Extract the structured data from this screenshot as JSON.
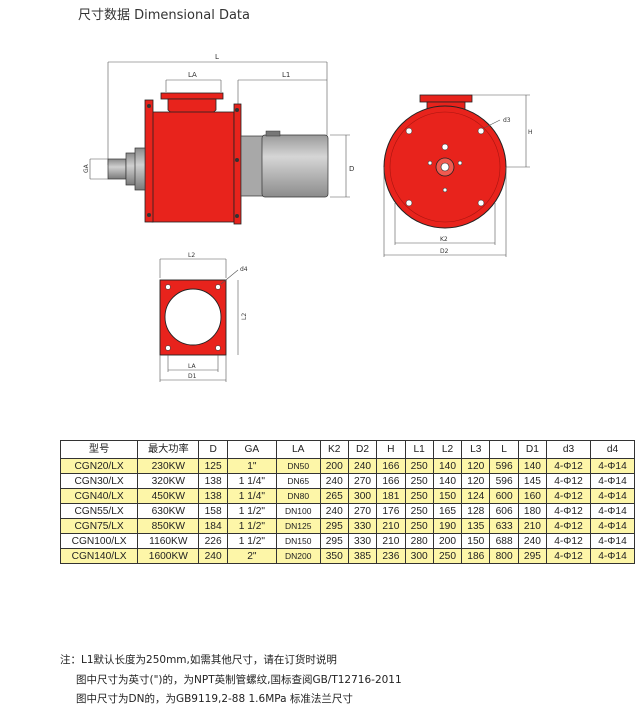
{
  "header": {
    "title": "尺寸数据 Dimensional Data"
  },
  "drawing_labels": {
    "L": "L",
    "L1": "L1",
    "LA": "LA",
    "D": "D",
    "H": "H",
    "d3": "d3",
    "K2": "K2",
    "D2": "D2",
    "L2": "L2",
    "d4": "d4",
    "LA2": "LA",
    "D1": "D1"
  },
  "table": {
    "headers": [
      "型号",
      "最大功率",
      "D",
      "GA",
      "LA",
      "K2",
      "D2",
      "H",
      "L1",
      "L2",
      "L3",
      "L",
      "D1",
      "d3",
      "d4"
    ],
    "rows": [
      [
        "CGN20/LX",
        "230KW",
        "125",
        "1\"",
        "DN50",
        "200",
        "240",
        "166",
        "250",
        "140",
        "120",
        "596",
        "140",
        "4-Φ12",
        "4-Φ14"
      ],
      [
        "CGN30/LX",
        "320KW",
        "138",
        "1 1/4\"",
        "DN65",
        "240",
        "270",
        "166",
        "250",
        "140",
        "120",
        "596",
        "145",
        "4-Φ12",
        "4-Φ14"
      ],
      [
        "CGN40/LX",
        "450KW",
        "138",
        "1 1/4\"",
        "DN80",
        "265",
        "300",
        "181",
        "250",
        "150",
        "124",
        "600",
        "160",
        "4-Φ12",
        "4-Φ14"
      ],
      [
        "CGN55/LX",
        "630KW",
        "158",
        "1 1/2\"",
        "DN100",
        "240",
        "270",
        "176",
        "250",
        "165",
        "128",
        "606",
        "180",
        "4-Φ12",
        "4-Φ14"
      ],
      [
        "CGN75/LX",
        "850KW",
        "184",
        "1 1/2\"",
        "DN125",
        "295",
        "330",
        "210",
        "250",
        "190",
        "135",
        "633",
        "210",
        "4-Φ12",
        "4-Φ14"
      ],
      [
        "CGN100/LX",
        "1160KW",
        "226",
        "1 1/2\"",
        "DN150",
        "295",
        "330",
        "210",
        "280",
        "200",
        "150",
        "688",
        "240",
        "4-Φ12",
        "4-Φ14"
      ],
      [
        "CGN140/LX",
        "1600KW",
        "240",
        "2\"",
        "DN200",
        "350",
        "385",
        "236",
        "300",
        "250",
        "186",
        "800",
        "295",
        "4-Φ12",
        "4-Φ14"
      ]
    ],
    "highlighted_rows": [
      0,
      2,
      4,
      6
    ]
  },
  "notes": [
    "注：L1默认长度为250mm,如需其他尺寸，请在订货时说明",
    "图中尺寸为英寸(\")的，为NPT英制管螺纹,国标查阅GB/T12716-2011",
    "图中尺寸为DN的，为GB9119,2-88 1.6MPa 标准法兰尺寸"
  ],
  "colors": {
    "body_red": "#e8231c",
    "motor_gray": "#b8b8b8",
    "highlight": "#fdf6a8"
  }
}
